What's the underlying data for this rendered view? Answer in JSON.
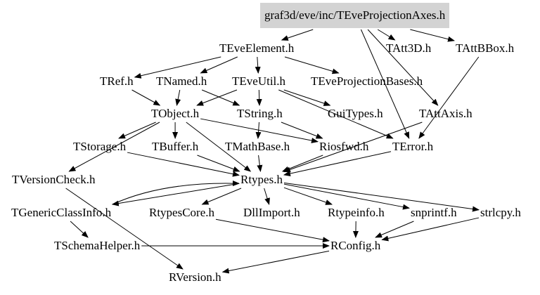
{
  "graph": {
    "root": "graf3d/eve/inc/TEveProjectionAxes.h",
    "nodes": {
      "teveelement": "TEveElement.h",
      "tatt3d": "TAtt3D.h",
      "tattbbox": "TAttBBox.h",
      "tref": "TRef.h",
      "tnamed": "TNamed.h",
      "teveutil": "TEveUtil.h",
      "teveprojectionbases": "TEveProjectionBases.h",
      "tobject": "TObject.h",
      "tstring": "TString.h",
      "guitypes": "GuiTypes.h",
      "tattaxis": "TAttAxis.h",
      "tstorage": "TStorage.h",
      "tbuffer": "TBuffer.h",
      "tmathbase": "TMathBase.h",
      "riosfwd": "Riosfwd.h",
      "terror": "TError.h",
      "tversioncheck": "TVersionCheck.h",
      "rtypes": "Rtypes.h",
      "tgenericclassinfo": "TGenericClassInfo.h",
      "rtypescore": "RtypesCore.h",
      "dllimport": "DllImport.h",
      "rtypeinfo": "Rtypeinfo.h",
      "snprintf": "snprintf.h",
      "strlcpy": "strlcpy.h",
      "tschemahelper": "TSchemaHelper.h",
      "rconfig": "RConfig.h",
      "rversion": "RVersion.h"
    },
    "edges": [
      [
        "root",
        "teveelement"
      ],
      [
        "root",
        "tatt3d"
      ],
      [
        "root",
        "tattbbox"
      ],
      [
        "root",
        "tattaxis"
      ],
      [
        "root",
        "terror"
      ],
      [
        "teveelement",
        "tref"
      ],
      [
        "teveelement",
        "tnamed"
      ],
      [
        "teveelement",
        "teveutil"
      ],
      [
        "teveelement",
        "teveprojectionbases"
      ],
      [
        "tnamed",
        "tobject"
      ],
      [
        "tnamed",
        "tstring"
      ],
      [
        "tref",
        "tobject"
      ],
      [
        "teveutil",
        "tobject"
      ],
      [
        "teveutil",
        "tstring"
      ],
      [
        "teveutil",
        "guitypes"
      ],
      [
        "teveutil",
        "terror"
      ],
      [
        "tattbbox",
        "terror"
      ],
      [
        "tobject",
        "tstorage"
      ],
      [
        "tobject",
        "tbuffer"
      ],
      [
        "tobject",
        "riosfwd"
      ],
      [
        "tobject",
        "tversioncheck"
      ],
      [
        "tobject",
        "rtypes"
      ],
      [
        "tstring",
        "tmathbase"
      ],
      [
        "tstring",
        "riosfwd"
      ],
      [
        "tbuffer",
        "rtypes"
      ],
      [
        "tstorage",
        "rtypes"
      ],
      [
        "tmathbase",
        "rtypes"
      ],
      [
        "riosfwd",
        "rtypes"
      ],
      [
        "terror",
        "rtypes"
      ],
      [
        "tattaxis",
        "rtypes"
      ],
      [
        "tversioncheck",
        "rversion"
      ],
      [
        "rtypes",
        "tgenericclassinfo"
      ],
      [
        "rtypes",
        "rtypescore"
      ],
      [
        "rtypes",
        "dllimport"
      ],
      [
        "rtypes",
        "rtypeinfo"
      ],
      [
        "rtypes",
        "snprintf"
      ],
      [
        "rtypes",
        "strlcpy"
      ],
      [
        "tgenericclassinfo",
        "rtypes"
      ],
      [
        "tgenericclassinfo",
        "tschemahelper"
      ],
      [
        "rtypescore",
        "rconfig"
      ],
      [
        "rtypeinfo",
        "rconfig"
      ],
      [
        "snprintf",
        "rconfig"
      ],
      [
        "strlcpy",
        "rconfig"
      ],
      [
        "tschemahelper",
        "rconfig"
      ],
      [
        "rconfig",
        "rversion"
      ]
    ]
  }
}
